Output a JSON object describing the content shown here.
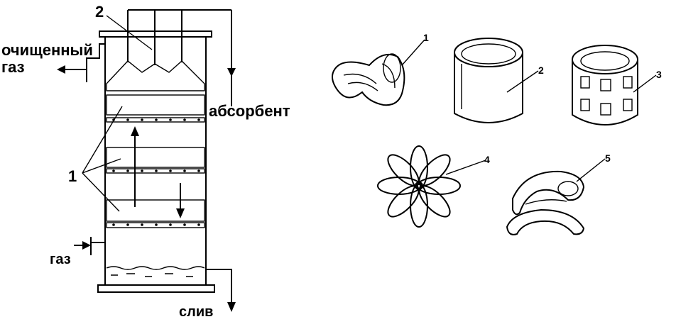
{
  "column": {
    "labels": {
      "cleaned_gas": "очищенный",
      "cleaned_gas_2": "газ",
      "absorbent": "абсорбент",
      "gas": "газ",
      "drain": "слив",
      "num_1": "1",
      "num_2": "2"
    }
  },
  "packings": {
    "labels": [
      "1",
      "2",
      "3",
      "4",
      "5"
    ]
  }
}
